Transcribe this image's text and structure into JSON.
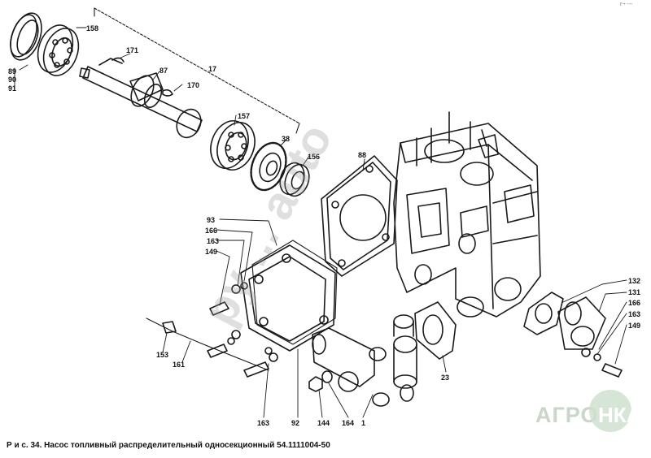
{
  "figure": {
    "caption": "Р и с. 34.   Насос топливный распределительный односекционный 54.1111004-50",
    "corner_mark": "r¬ ---",
    "watermark": "ру ... auto",
    "logo": {
      "text": "АГРО",
      "badge": "НКА"
    }
  },
  "labels": {
    "l158": "158",
    "l171": "171",
    "l87": "87",
    "l17": "17",
    "l170": "170",
    "l89": "89",
    "l90": "90",
    "l91": "91",
    "l157": "157",
    "l38": "38",
    "l156": "156",
    "l88": "88",
    "l93": "93",
    "l166": "166",
    "l163a": "163",
    "l149": "149",
    "l132": "132",
    "l131": "131",
    "l166b": "166",
    "l163b": "163",
    "l149b": "149",
    "l153": "153",
    "l161": "161",
    "l23": "23",
    "l163c": "163",
    "l92": "92",
    "l144": "144",
    "l164": "164",
    "l1": "1"
  },
  "colors": {
    "line": "#1a1a1a",
    "paper": "#ffffff",
    "watermark": "#9a9a9a",
    "logo": "#c9d6c9"
  }
}
